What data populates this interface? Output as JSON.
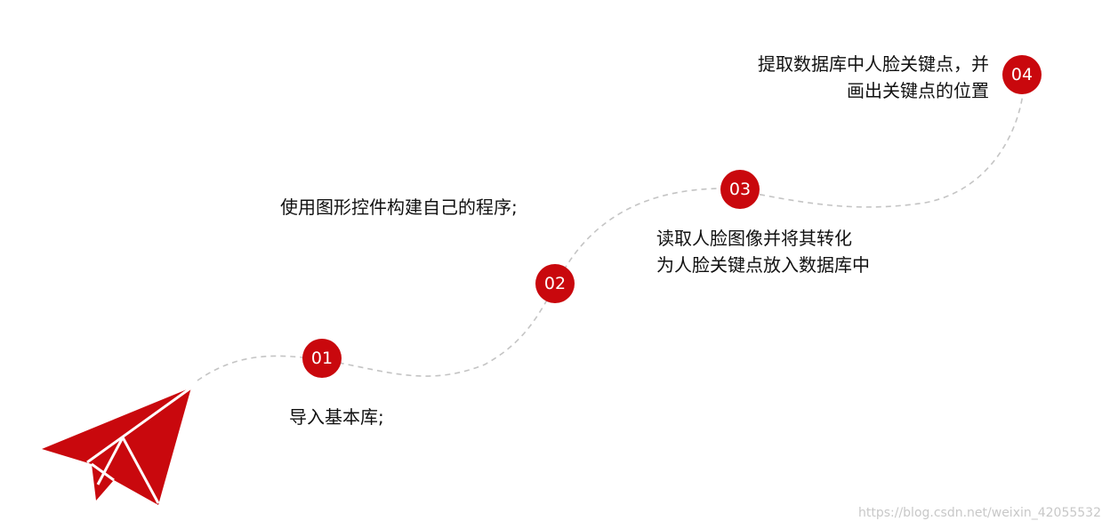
{
  "colors": {
    "accent": "#c9080d",
    "path": "#c4c4c4",
    "text": "#111111",
    "watermark": "#c8c8c8"
  },
  "icons": {
    "start": "paper-plane-icon"
  },
  "steps": [
    {
      "number": "01",
      "lines": [
        "导入基本库;"
      ]
    },
    {
      "number": "02",
      "lines": [
        "使用图形控件构建自己的程序;"
      ]
    },
    {
      "number": "03",
      "lines": [
        "读取人脸图像并将其转化",
        "为人脸关键点放入数据库中"
      ]
    },
    {
      "number": "04",
      "lines": [
        "提取数据库中人脸关键点，并",
        "画出关键点的位置"
      ]
    }
  ],
  "watermark": "https://blog.csdn.net/weixin_42055532"
}
